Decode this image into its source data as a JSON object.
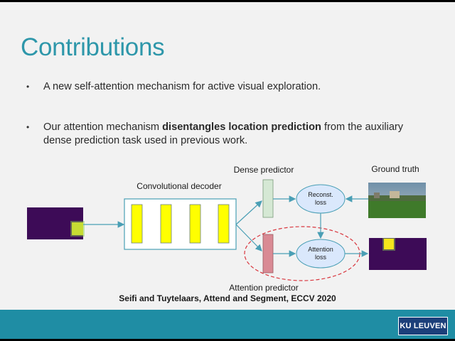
{
  "slide": {
    "title": "Contributions",
    "bullets": [
      {
        "text": "A new self-attention mechanism for active visual exploration."
      },
      {
        "prefix": "Our attention mechanism ",
        "bold": "disentangles location prediction",
        "suffix": " from the auxiliary dense prediction task used in previous work."
      }
    ],
    "bullet_glyph": "•",
    "citation": "Seifi and Tuytelaars, Attend and Segment, ECCV 2020",
    "logo_text": "KU LEUVEN"
  },
  "diagram": {
    "conv_decoder_label": "Convolutional decoder",
    "dense_predictor_label": "Dense predictor",
    "ground_truth_label": "Ground truth",
    "attention_predictor_label": "Attention predictor",
    "reconst_loss_line1": "Reconst.",
    "reconst_loss_line2": "loss",
    "attention_loss_line1": "Attention",
    "attention_loss_line2": "loss"
  },
  "colors": {
    "title": "#2e97aa",
    "footer": "#1f8da4",
    "decoder_bar": "#ffff00",
    "dense_box": "#d5e8d4",
    "attention_box": "#d98a94",
    "loss_ellipse": "#dae8fc",
    "map_purple": "#3d0b57",
    "dashed_ellipse": "#d9363e",
    "arrow": "#4a9fb5"
  },
  "icons": [
    "bullet-dot"
  ]
}
